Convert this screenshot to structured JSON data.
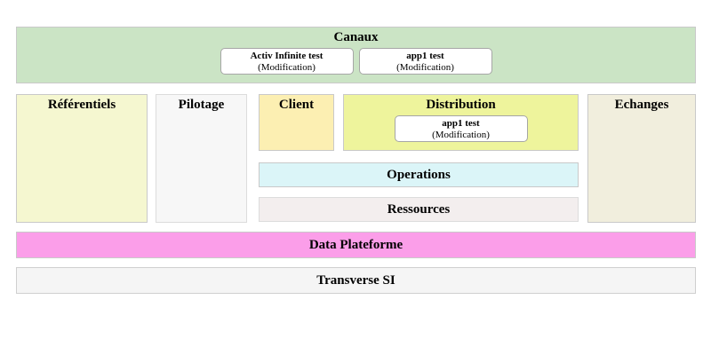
{
  "colors": {
    "canaux_bg": "#cbe4c5",
    "referentiels_bg": "#f5f7d0",
    "pilotage_bg": "#f7f7f7",
    "client_bg": "#fcefb2",
    "distribution_bg": "#eef49c",
    "operations_bg": "#dbf5f8",
    "ressources_bg": "#f3eeee",
    "echanges_bg": "#f1eedd",
    "data_plateforme_bg": "#fb9ee9",
    "transverse_si_bg": "#f5f5f5",
    "app_card_bg": "#ffffff"
  },
  "canaux": {
    "title": "Canaux",
    "apps": [
      {
        "name": "Activ Infinite test",
        "status": "(Modification)"
      },
      {
        "name": "app1 test",
        "status": "(Modification)"
      }
    ]
  },
  "referentiels": {
    "title": "Référentiels"
  },
  "pilotage": {
    "title": "Pilotage"
  },
  "client": {
    "title": "Client"
  },
  "distribution": {
    "title": "Distribution",
    "apps": [
      {
        "name": "app1 test",
        "status": "(Modification)"
      }
    ]
  },
  "operations": {
    "title": "Operations"
  },
  "ressources": {
    "title": "Ressources"
  },
  "echanges": {
    "title": "Echanges"
  },
  "data_plateforme": {
    "title": "Data Plateforme"
  },
  "transverse_si": {
    "title": "Transverse SI"
  }
}
